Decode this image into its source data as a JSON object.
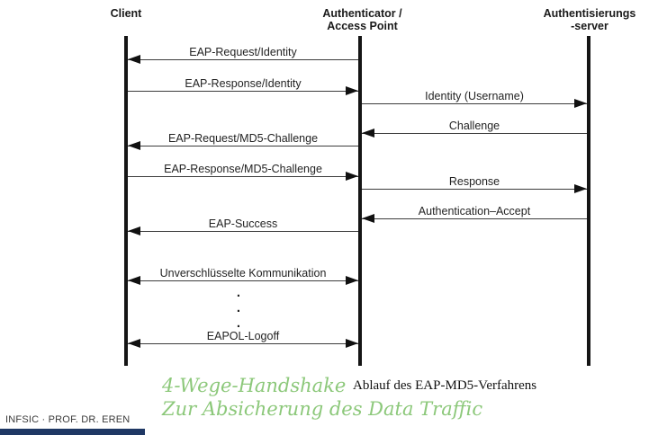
{
  "diagram": {
    "actors": {
      "client": "Client",
      "authenticator": "Authenticator /\nAccess Point",
      "auth_server": "Authentisierungs\n-server"
    },
    "messages": [
      {
        "label": "EAP-Request/Identity",
        "from": "authenticator",
        "to": "client",
        "direction": "left"
      },
      {
        "label": "EAP-Response/Identity",
        "from": "client",
        "to": "authenticator",
        "direction": "right"
      },
      {
        "label": "Identity (Username)",
        "from": "authenticator",
        "to": "auth_server",
        "direction": "right"
      },
      {
        "label": "Challenge",
        "from": "auth_server",
        "to": "authenticator",
        "direction": "left"
      },
      {
        "label": "EAP-Request/MD5-Challenge",
        "from": "authenticator",
        "to": "client",
        "direction": "left"
      },
      {
        "label": "EAP-Response/MD5-Challenge",
        "from": "client",
        "to": "authenticator",
        "direction": "right"
      },
      {
        "label": "Response",
        "from": "authenticator",
        "to": "auth_server",
        "direction": "right"
      },
      {
        "label": "Authentication–Accept",
        "from": "auth_server",
        "to": "authenticator",
        "direction": "left"
      },
      {
        "label": "EAP-Success",
        "from": "authenticator",
        "to": "client",
        "direction": "left"
      },
      {
        "label": "Unverschlüsselte Kommunikation",
        "from": "client",
        "to": "authenticator",
        "direction": "both"
      },
      {
        "label": "EAPOL-Logoff",
        "from": "client",
        "to": "authenticator",
        "direction": "both"
      }
    ],
    "dots": [
      ".",
      ".",
      "."
    ]
  },
  "captions": {
    "handshake_title": "4-Wege-Handshake",
    "handshake_subtitle": "Zur Absicherung des Data Traffic",
    "figure_caption": "Ablauf des EAP-MD5-Verfahrens",
    "footer_credit": "INFSIC · PROF. DR. EREN"
  },
  "colors": {
    "green_caption": "#8cc87a",
    "footer_bar": "#1f3864",
    "diagram_ink": "#1a1a1a"
  }
}
